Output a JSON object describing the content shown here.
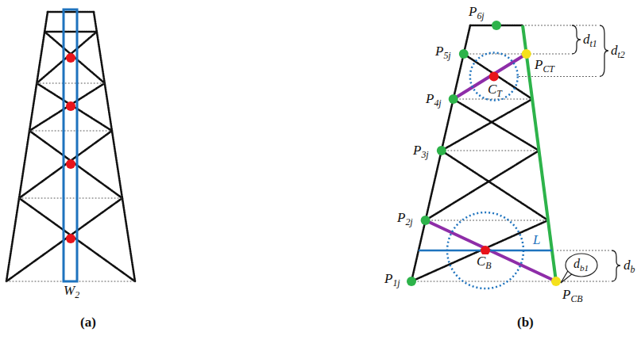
{
  "diagram": {
    "nodes": [
      {
        "text": [
          "db1"
        ]
      }
    ],
    "labels": [
      "W2",
      "(a)",
      "P6j",
      "dt1",
      "dt2",
      "P5j",
      "PCT",
      "CT",
      "P4j",
      "P3j",
      "P2j",
      "L",
      "CB",
      "P1j",
      "PCB",
      "db",
      "(b)"
    ]
  }
}
